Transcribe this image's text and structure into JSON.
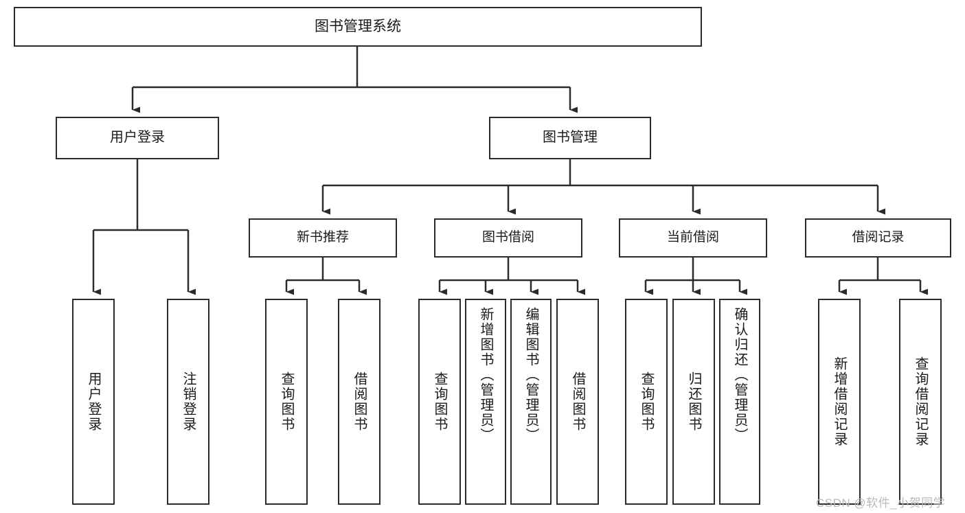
{
  "diagram": {
    "type": "tree-hierarchy-diagram",
    "title": "图书管理系统",
    "orientation": "top-down",
    "colors": {
      "box_border": "#2b2b2b",
      "box_fill": "#ffffff",
      "connector": "#2b2b2b",
      "text": "#1a1a1a",
      "watermark": "#b9b9b9",
      "page_background": "#ffffff"
    },
    "root": {
      "label": "图书管理系统"
    },
    "level1": [
      {
        "id": "user-login",
        "label": "用户登录"
      },
      {
        "id": "book-management",
        "label": "图书管理"
      }
    ],
    "level2": [
      {
        "id": "new-book-recommend",
        "label": "新书推荐",
        "parent": "book-management"
      },
      {
        "id": "book-borrow",
        "label": "图书借阅",
        "parent": "book-management"
      },
      {
        "id": "current-borrow",
        "label": "当前借阅",
        "parent": "book-management"
      },
      {
        "id": "borrow-record",
        "label": "借阅记录",
        "parent": "book-management"
      }
    ],
    "leaves": {
      "user_login": [
        {
          "id": "leaf-user-login",
          "label": "用户登录"
        },
        {
          "id": "leaf-user-logout",
          "label": "注销登录"
        }
      ],
      "new_book_recommend": [
        {
          "id": "leaf-query-book-1",
          "label": "查询图书"
        },
        {
          "id": "leaf-borrow-book-1",
          "label": "借阅图书"
        }
      ],
      "book_borrow": [
        {
          "id": "leaf-query-book-2",
          "label": "查询图书"
        },
        {
          "id": "leaf-add-book",
          "label": "新增图书（管理员）"
        },
        {
          "id": "leaf-edit-book",
          "label": "编辑图书（管理员）"
        },
        {
          "id": "leaf-borrow-book-2",
          "label": "借阅图书"
        }
      ],
      "current_borrow": [
        {
          "id": "leaf-query-book-3",
          "label": "查询图书"
        },
        {
          "id": "leaf-return-book",
          "label": "归还图书"
        },
        {
          "id": "leaf-confirm-return",
          "label": "确认归还（管理员）"
        }
      ],
      "borrow_record": [
        {
          "id": "leaf-add-record",
          "label": "新增借阅记录"
        },
        {
          "id": "leaf-query-record",
          "label": "查询借阅记录"
        }
      ]
    }
  },
  "watermark": {
    "text": "CSDN @软件_小贺同学"
  }
}
